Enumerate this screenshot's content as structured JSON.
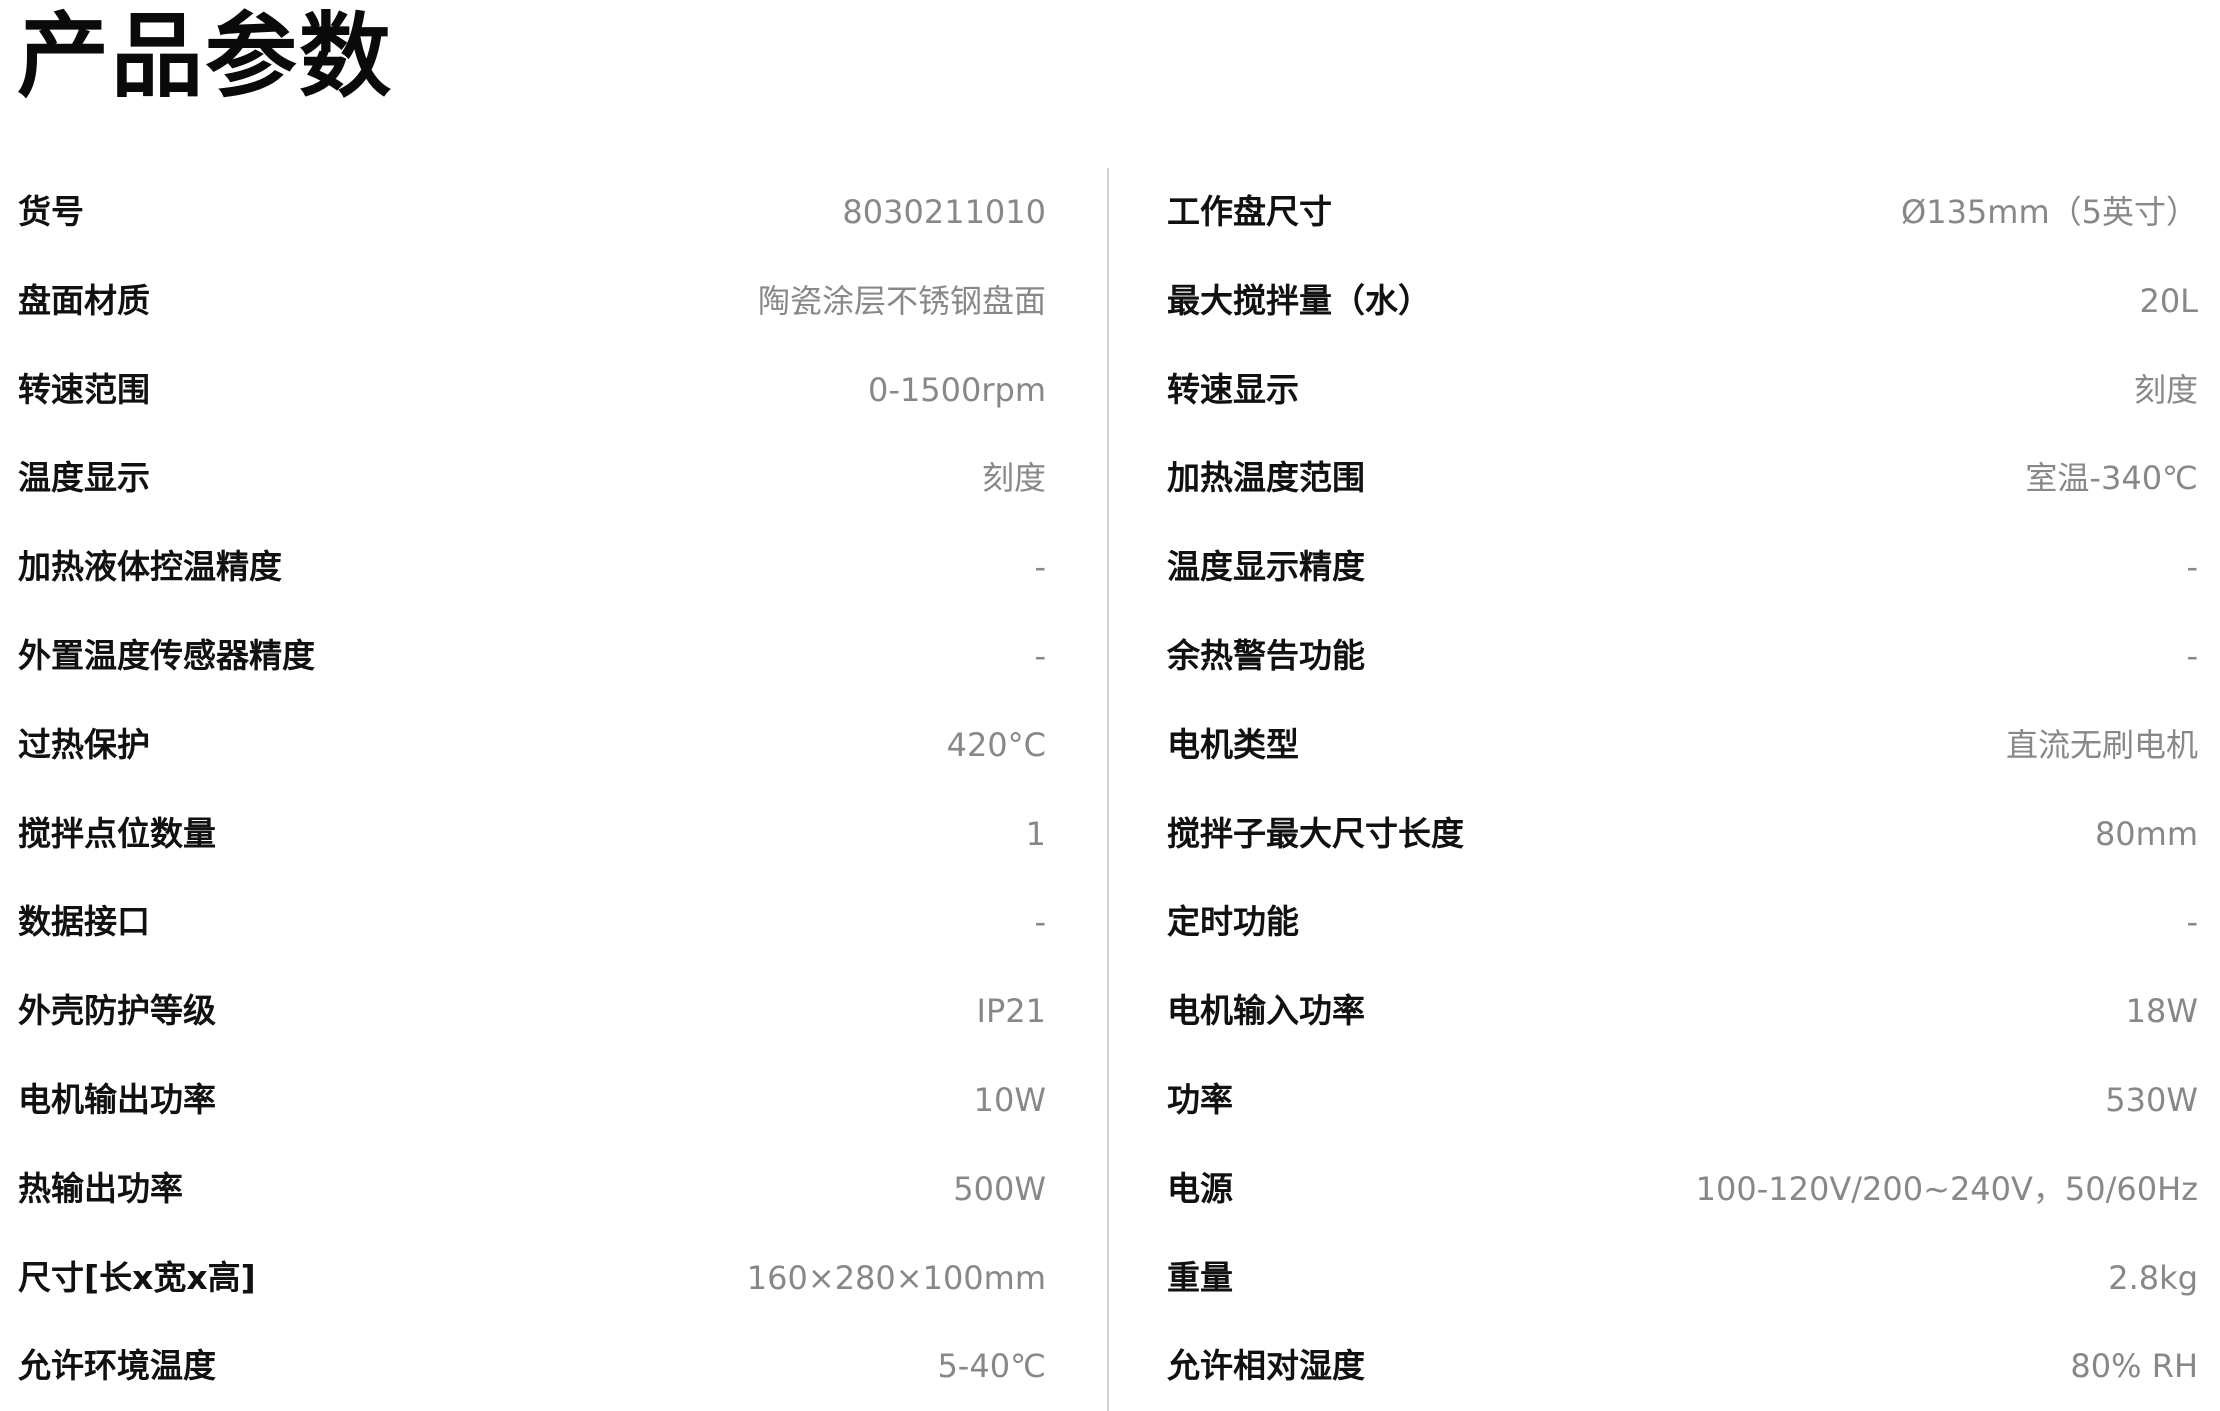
{
  "page": {
    "title": "产品参数"
  },
  "left_specs": [
    {
      "label": "货号",
      "value": "8030211010"
    },
    {
      "label": "盘面材质",
      "value": "陶瓷涂层不锈钢盘面"
    },
    {
      "label": "转速范围",
      "value": "0-1500rpm"
    },
    {
      "label": "温度显示",
      "value": "刻度"
    },
    {
      "label": "加热液体控温精度",
      "value": "-"
    },
    {
      "label": "外置温度传感器精度",
      "value": "-"
    },
    {
      "label": "过热保护",
      "value": "420°C"
    },
    {
      "label": "搅拌点位数量",
      "value": "1"
    },
    {
      "label": "数据接口",
      "value": "-"
    },
    {
      "label": "外壳防护等级",
      "value": "IP21"
    },
    {
      "label": "电机输出功率",
      "value": "10W"
    },
    {
      "label": "热输出功率",
      "value": "500W"
    },
    {
      "label": "尺寸[长x宽x高]",
      "value": "160×280×100mm"
    },
    {
      "label": "允许环境温度",
      "value": "5-40℃"
    }
  ],
  "right_specs": [
    {
      "label": "工作盘尺寸",
      "value": "Ø135mm（5英寸）"
    },
    {
      "label": "最大搅拌量（水）",
      "value": "20L"
    },
    {
      "label": "转速显示",
      "value": "刻度"
    },
    {
      "label": "加热温度范围",
      "value": "室温-340℃"
    },
    {
      "label": "温度显示精度",
      "value": "-"
    },
    {
      "label": "余热警告功能",
      "value": "-"
    },
    {
      "label": "电机类型",
      "value": "直流无刷电机"
    },
    {
      "label": "搅拌子最大尺寸长度",
      "value": "80mm"
    },
    {
      "label": "定时功能",
      "value": "-"
    },
    {
      "label": "电机输入功率",
      "value": "18W"
    },
    {
      "label": "功率",
      "value": "530W"
    },
    {
      "label": "电源",
      "value": "100-120V/200~240V，50/60Hz"
    },
    {
      "label": "重量",
      "value": "2.8kg"
    },
    {
      "label": "允许相对湿度",
      "value": "80% RH"
    }
  ],
  "colors": {
    "label_text": "#111111",
    "value_text": "#888888",
    "divider": "#d3d3d3",
    "background": "#ffffff"
  }
}
